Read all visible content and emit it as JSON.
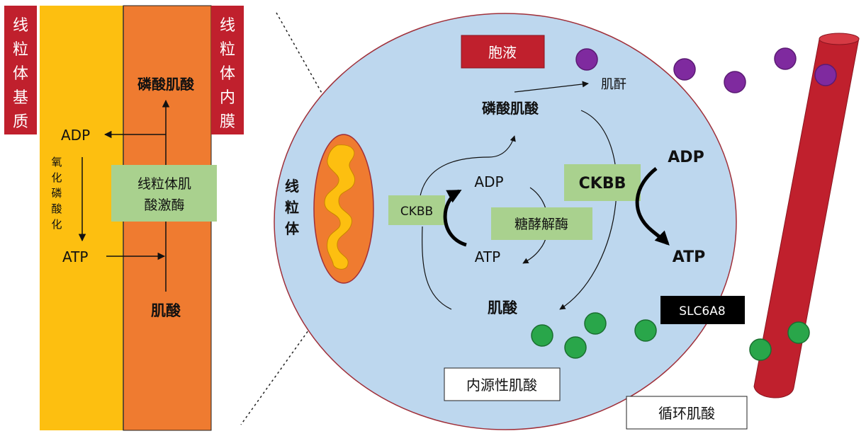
{
  "labels": {
    "matrix": [
      "线",
      "粒",
      "体",
      "基",
      "质"
    ],
    "inner_membrane": [
      "线",
      "粒",
      "体",
      "内",
      "膜"
    ],
    "adp_left": "ADP",
    "oxphos": [
      "氧",
      "化",
      "磷",
      "酸",
      "化"
    ],
    "atp_left": "ATP",
    "phosphocreatine_left": "磷酸肌酸",
    "mt_ck": [
      "线粒体肌",
      "酸激酶"
    ],
    "creatine_left": "肌酸",
    "cytosol": "胞液",
    "creatinine": "肌酐",
    "phosphocreatine_center": "磷酸肌酸",
    "mitochondrion": [
      "线",
      "粒",
      "体"
    ],
    "ckbb_small": "CKBB",
    "adp_center": "ADP",
    "glycolytic_enzymes": "糖酵解酶",
    "atp_center": "ATP",
    "ckbb_big": "CKBB",
    "adp_right": "ADP",
    "atp_right": "ATP",
    "creatine_center": "肌酸",
    "slc6a8": "SLC6A8",
    "endogenous_creatine": "内源性肌酸",
    "circulating_creatine": "循环肌酸"
  },
  "colors": {
    "matrix": "#FDBF10",
    "membrane": "#EF7B30",
    "label_box": "#C0202D",
    "enzyme_box": "#A9D18E",
    "cell": "#BDD7EE",
    "creatinine_dot": "#7F2A9F",
    "creatine_dot": "#29A64A",
    "vessel": "#C0202D"
  }
}
